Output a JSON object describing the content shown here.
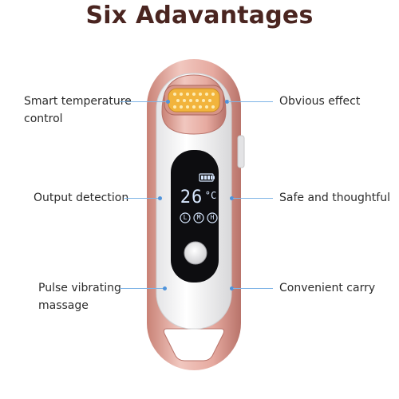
{
  "title": "Six Adavantages",
  "labels": {
    "smart_temperature": "Smart temperature\ncontrol",
    "obvious_effect": "Obvious effect",
    "output_detection": "Output detection",
    "safe_thoughtful": "Safe and thoughtful",
    "pulse_vibrating": "Pulse vibrating\nmassage",
    "convenient_carry": "Convenient carry"
  },
  "display": {
    "temperature": "26",
    "unit": "°C",
    "mode_low": "L",
    "mode_mid": "M",
    "mode_high": "H"
  },
  "colors": {
    "title": "#4a2520",
    "rose_gold": "#e2a79d",
    "rose_gold_dark": "#c98276",
    "led": "#f2b43c",
    "leader_line": "#7fb4e6",
    "screen": "#0d0d10"
  }
}
